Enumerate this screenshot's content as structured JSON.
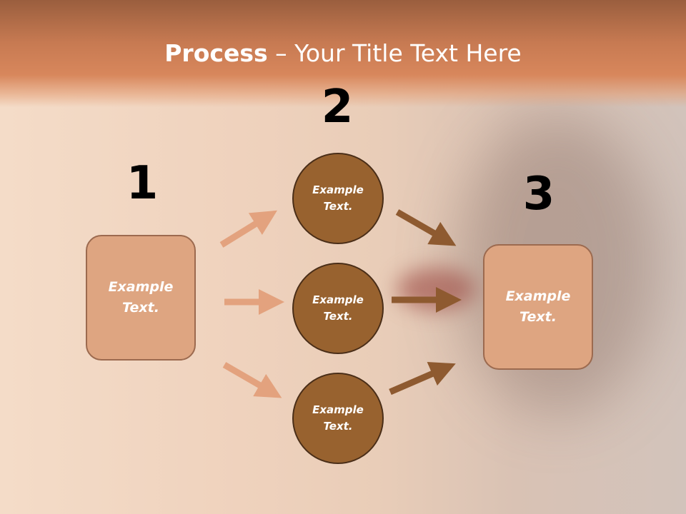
{
  "title": {
    "bold": "Process",
    "dash": " – ",
    "rest": "Your Title Text Here"
  },
  "steps": {
    "one": "1",
    "two": "2",
    "three": "3"
  },
  "left_box": {
    "line1": "Example",
    "line2": "Text."
  },
  "circles": [
    {
      "line1": "Example",
      "line2": "Text."
    },
    {
      "line1": "Example",
      "line2": "Text."
    },
    {
      "line1": "Example",
      "line2": "Text."
    }
  ],
  "right_box": {
    "line1": "Example",
    "line2": "Text."
  },
  "colors": {
    "light_arrow": "#e3a27e",
    "dark_arrow": "#8e5a30",
    "box_fill": "#dea581",
    "circle_fill": "#98622f"
  }
}
